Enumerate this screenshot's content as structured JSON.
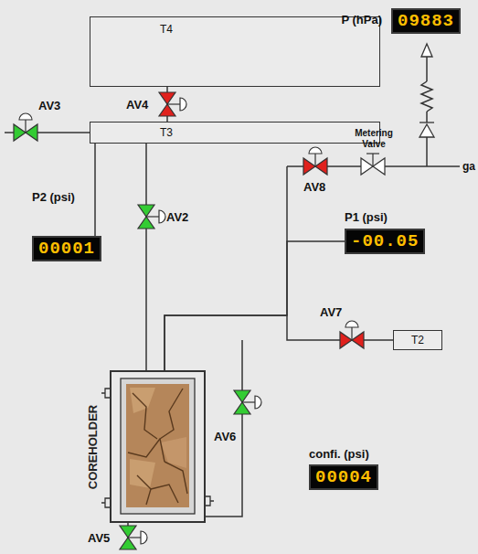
{
  "diagram": {
    "nodes": [
      {
        "text": [
          "T4"
        ]
      },
      {
        "text": [
          "P (hPa)",
          "09883"
        ]
      },
      {
        "text": [
          "T3"
        ]
      },
      {
        "text": [
          "P2 (psi)",
          "00001"
        ]
      },
      {
        "text": [
          "P1 (psi)",
          "-00.05"
        ]
      },
      {
        "text": [
          "T2"
        ]
      },
      {
        "text": [
          "COREHOLDER"
        ]
      },
      {
        "text": [
          "confi. (psi)",
          "00004"
        ]
      }
    ],
    "edges": [
      {
        "from": 0,
        "to": 2,
        "arrow": "none"
      },
      {
        "from": 2,
        "to": 6,
        "arrow": "none"
      },
      {
        "from": 2,
        "to": 3,
        "arrow": "none"
      },
      {
        "from": 6,
        "to": 5,
        "arrow": "none"
      },
      {
        "from": 6,
        "to": 4,
        "arrow": "none"
      }
    ],
    "labels": [
      "AV4",
      "AV3",
      "AV2",
      "Metering Valve",
      "AV8",
      "ga",
      "AV7",
      "AV6",
      "AV5"
    ]
  }
}
